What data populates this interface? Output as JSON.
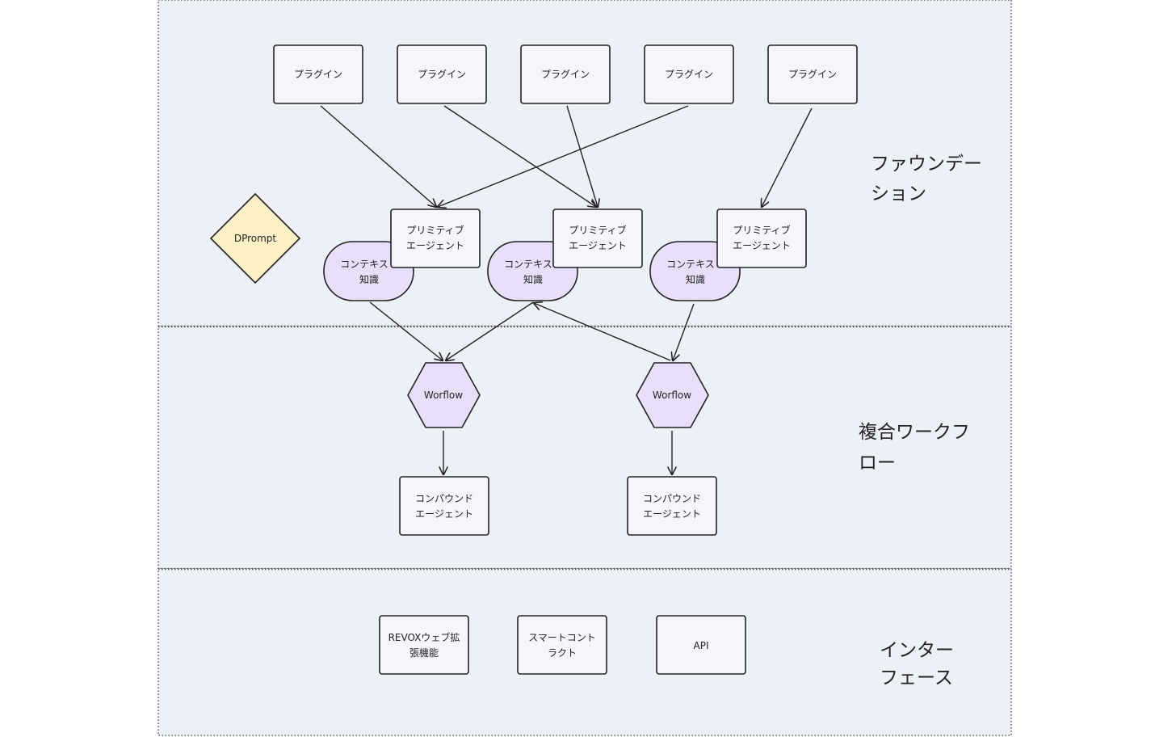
{
  "colors": {
    "lane_fill": "#eef0f7",
    "lane_border": "#555555",
    "box_fill": "#f5f6fb",
    "box_border": "#222222",
    "pill_fill": "#e8e0fb",
    "hex_fill": "#e8e0fb",
    "diamond_fill": "#fdf0c4",
    "edge": "#222222"
  },
  "lanes": {
    "foundation": [
      "ファウンデー",
      "ション"
    ],
    "workflow": [
      "複合ワークフ",
      "ロー"
    ],
    "interface": [
      "インター",
      "フェース"
    ]
  },
  "plugins": [
    {
      "label": "プラグイン"
    },
    {
      "label": "プラグイン"
    },
    {
      "label": "プラグイン"
    },
    {
      "label": "プラグイン"
    },
    {
      "label": "プラグイン"
    }
  ],
  "primitive_agents": [
    {
      "lines": [
        "プリミティブ",
        "エージェント"
      ]
    },
    {
      "lines": [
        "プリミティブ",
        "エージェント"
      ]
    },
    {
      "lines": [
        "プリミティブ",
        "エージェント"
      ]
    }
  ],
  "context_knowledge": [
    {
      "lines": [
        "コンテキス",
        "知識"
      ]
    },
    {
      "lines": [
        "コンテキス",
        "知識"
      ]
    },
    {
      "lines": [
        "コンテキス",
        "知識"
      ]
    }
  ],
  "dprompt": {
    "label": "DPrompt"
  },
  "workflows": [
    {
      "label": "Worflow"
    },
    {
      "label": "Worflow"
    }
  ],
  "compound_agents": [
    {
      "lines": [
        "コンパウンド",
        "エージェント"
      ]
    },
    {
      "lines": [
        "コンパウンド",
        "エージェント"
      ]
    }
  ],
  "interfaces": [
    {
      "lines": [
        "REVOXウェブ拡",
        "張機能"
      ]
    },
    {
      "lines": [
        "スマートコント",
        "ラクト"
      ]
    },
    {
      "lines": [
        "API"
      ]
    }
  ]
}
